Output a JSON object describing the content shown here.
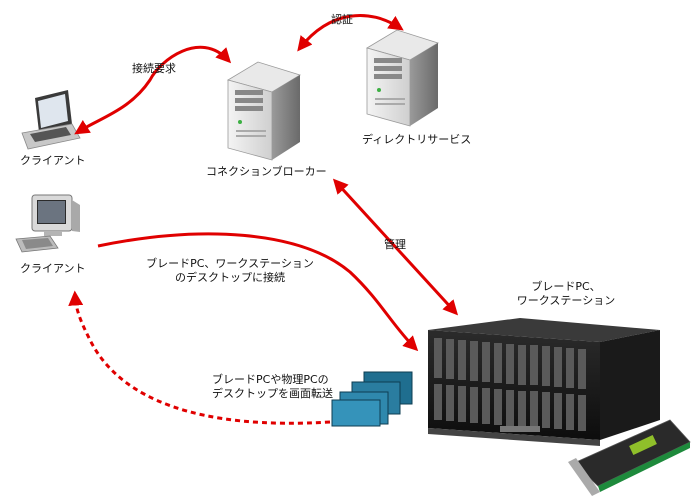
{
  "nodes": {
    "laptop_client": "クライアント",
    "desktop_client": "クライアント",
    "connection_broker": "コネクションブローカー",
    "directory_service": "ディレクトリサービス",
    "blade_pc": [
      "ブレードPC、",
      "ワークステーション"
    ]
  },
  "edges": {
    "connect_request": "接続要求",
    "auth": "認証",
    "manage": "管理",
    "desktop_connect": [
      "ブレードPC、ワークステーション",
      "のデスクトップに接続"
    ],
    "screen_transfer": [
      "ブレードPCや物理PCの",
      "デスクトップを画面転送"
    ]
  }
}
